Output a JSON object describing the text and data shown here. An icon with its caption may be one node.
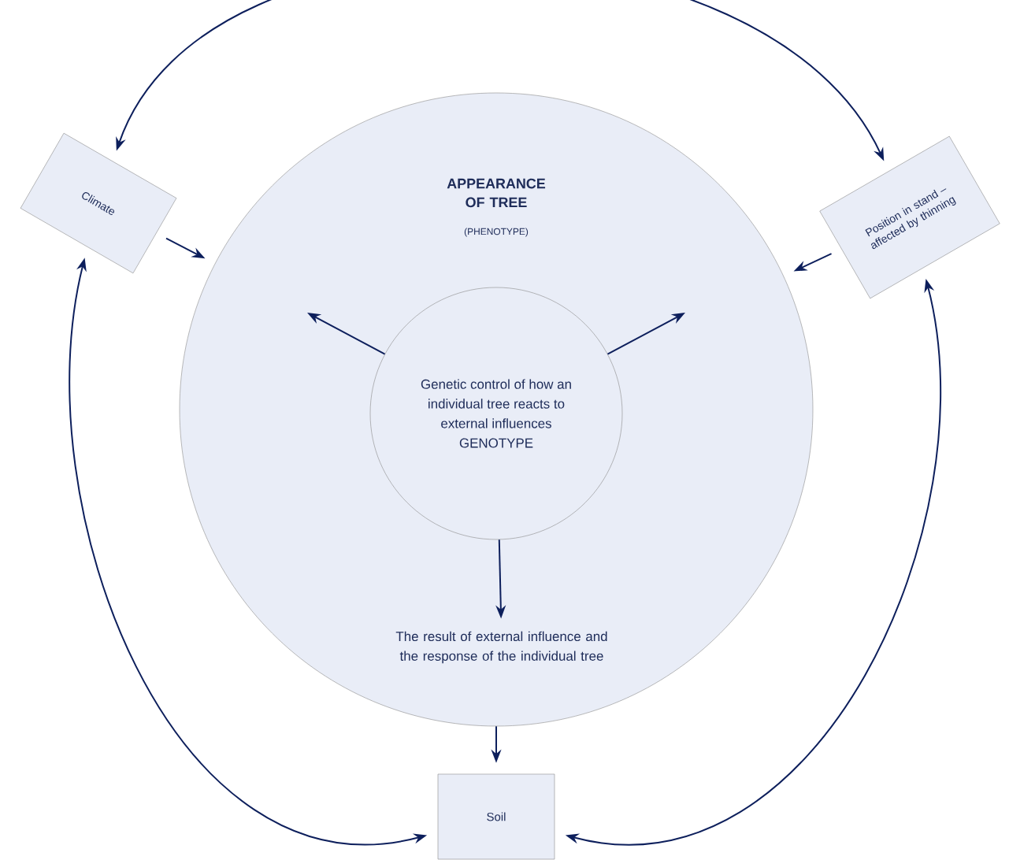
{
  "diagram": {
    "nodes": [
      {
        "text": [
          "APPEARANCE OF TREE",
          "(PHENOTYPE)"
        ]
      },
      {
        "text": [
          "Climate"
        ]
      },
      {
        "text": [
          "Position in stand – affected by thinning"
        ]
      },
      {
        "text": [
          "Genetic control of how an individual tree reacts to external influences GENOTYPE"
        ],
        "in": 0
      },
      {
        "text": [
          "The result of external influence and the response of the individual tree"
        ],
        "in": 0
      },
      {
        "text": [
          "Soil"
        ]
      }
    ],
    "edges": [
      {
        "from": 1,
        "to": 2,
        "arrow": "both"
      },
      {
        "from": 1,
        "to": 0,
        "arrow": "to"
      },
      {
        "from": 2,
        "to": 0,
        "arrow": "to"
      },
      {
        "from": 3,
        "to": null,
        "arrow": "to"
      },
      {
        "from": 3,
        "to": null,
        "arrow": "to"
      },
      {
        "from": 3,
        "to": 4,
        "arrow": "to"
      },
      {
        "from": 0,
        "to": 5,
        "arrow": "to"
      },
      {
        "from": 1,
        "to": 5,
        "arrow": "both"
      },
      {
        "from": 2,
        "to": 5,
        "arrow": "both"
      }
    ]
  }
}
